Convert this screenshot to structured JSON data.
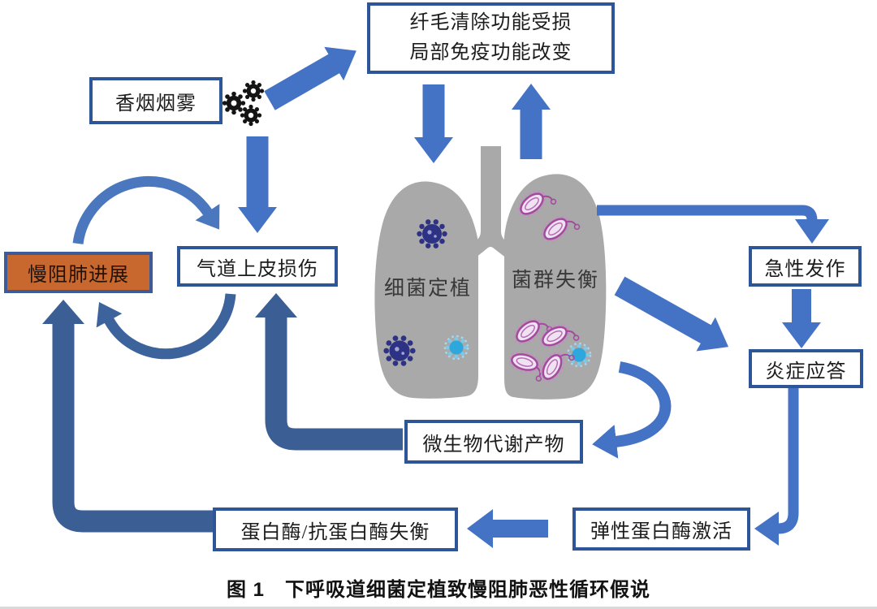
{
  "figure": {
    "caption": "图 1　下呼吸道细菌定植致慢阻肺恶性循环假说"
  },
  "boxes": {
    "ciliary_line1": "纤毛清除功能受损",
    "ciliary_line2": "局部免疫功能改变",
    "smoke": "香烟烟雾",
    "copd": "慢阻肺进展",
    "airway": "气道上皮损伤",
    "acute": "急性发作",
    "inflammation": "炎症应答",
    "metabolites": "微生物代谢产物",
    "protease": "蛋白酶/抗蛋白酶失衡",
    "elastase": "弹性蛋白酶激活"
  },
  "lung_labels": {
    "left": "细菌定植",
    "right": "菌群失衡"
  },
  "colors": {
    "arrow_light": "#4472C4",
    "arrow_dark": "#3B5E94",
    "arc_top": "#4A77BD",
    "arc_bottom": "#3D639C",
    "box_border": "#2E5597",
    "copd_fill": "#C8682F",
    "lung_gray": "#A9A9A9",
    "bacteria_navy": "#2D3285",
    "bacteria_blue": "#2EA7DC",
    "bacteria_purple": "#A4499F",
    "smoke_particle": "#141414"
  }
}
